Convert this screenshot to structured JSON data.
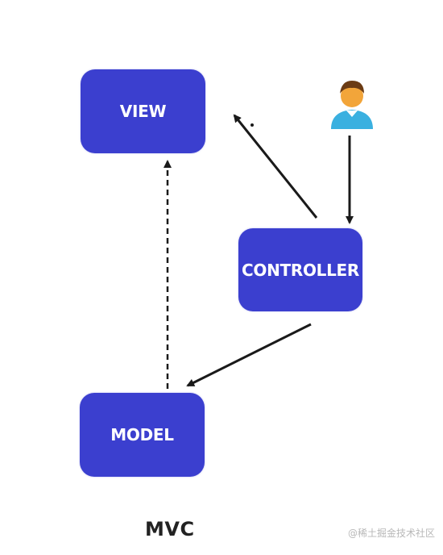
{
  "nodes": {
    "view": "VIEW",
    "controller": "CONTROLLER",
    "model": "MODEL"
  },
  "caption": "MVC",
  "watermark": "@稀土掘金技术社区",
  "colors": {
    "node_fill": "#3b3fcf",
    "arrow": "#1a1a1a",
    "user_skin": "#f2a53a",
    "user_body": "#3ab0e0"
  },
  "icons": {
    "user": "user-icon"
  }
}
